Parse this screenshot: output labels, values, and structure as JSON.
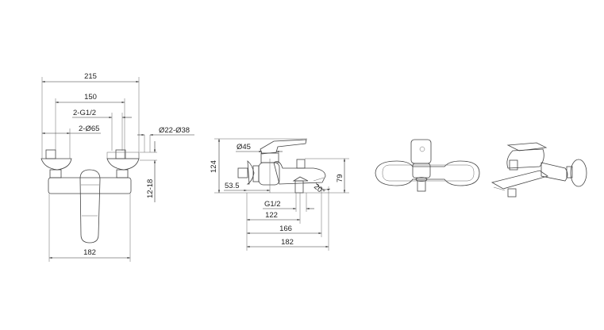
{
  "front_view": {
    "dim_overall_width": "215",
    "dim_inlet_spacing": "150",
    "dim_inlet_thread": "2-G1/2",
    "dim_flange_diameter": "2-Ø65",
    "dim_pipe_diameter": "Ø22-Ø38",
    "dim_wall_offset": "12-18",
    "dim_body_width": "182"
  },
  "side_view": {
    "dim_height": "124",
    "dim_handle_diameter": "Ø45",
    "dim_wall_to_center": "53.5",
    "dim_spout_height": "79",
    "dim_spout_angle": "20°",
    "dim_outlet_thread": "G1/2",
    "dim_outlet_projection": "122",
    "dim_spout_projection": "166",
    "dim_total_projection": "182"
  },
  "colors": {
    "line": "#444444",
    "background": "#ffffff"
  }
}
